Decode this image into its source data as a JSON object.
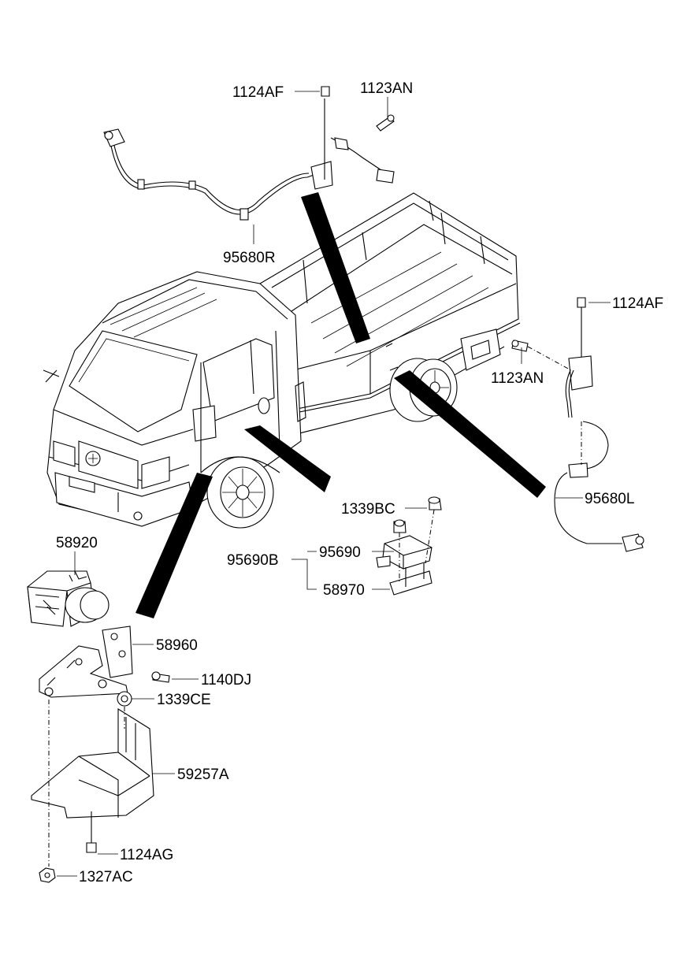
{
  "labels": {
    "top_bolt": "1124AF",
    "top_screw": "1123AN",
    "right_harness": "95680R",
    "right_bolt": "1124AF",
    "right_screw": "1123AN",
    "left_harness": "95680L",
    "nut_sensor": "1339BC",
    "sensor_assy": "95690B",
    "sensor": "95690",
    "sensor_bracket": "58970",
    "hecu": "58920",
    "hecu_bracket": "58960",
    "bracket_bolt": "1140DJ",
    "bracket_nut": "1339CE",
    "cover": "59257A",
    "cover_bolt": "1124AG",
    "cover_nut": "1327AC"
  },
  "colors": {
    "line": "#000000",
    "background": "#ffffff"
  }
}
